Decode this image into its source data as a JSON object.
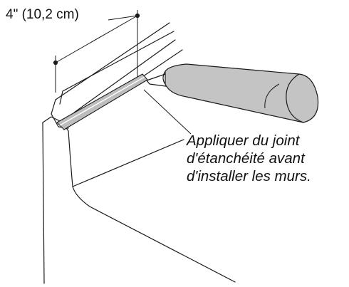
{
  "dimension": {
    "label": "4\" (10,2 cm)"
  },
  "callout": {
    "lines": [
      "Appliquer du joint",
      "d'étanchéité avant",
      "d'installer les murs."
    ]
  },
  "colors": {
    "line": "#1a1a1a",
    "sealant_bead": "#bdbdbd",
    "tube_body": "#c4c4c4",
    "background": "#ffffff"
  }
}
